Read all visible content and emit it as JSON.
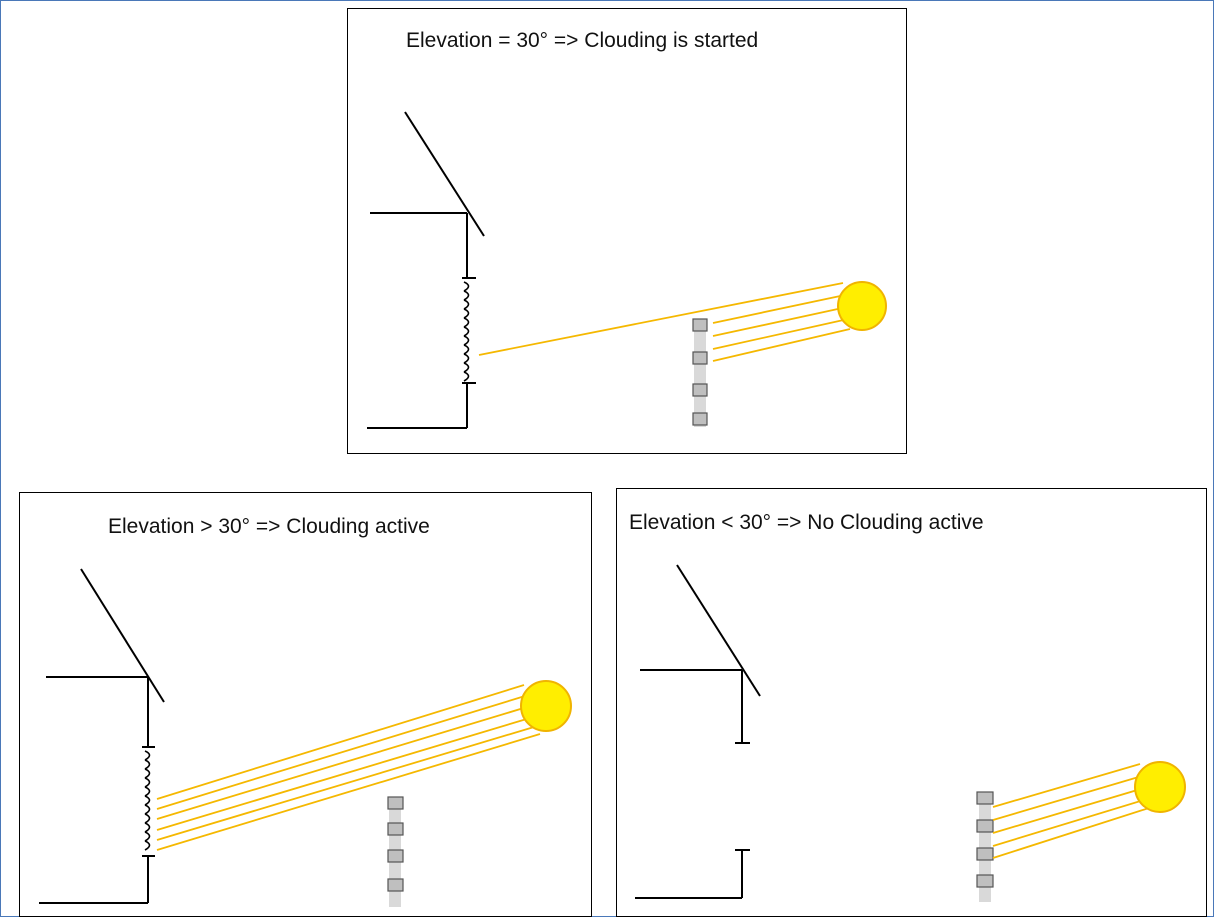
{
  "panels": {
    "top": {
      "title": "Elevation = 30° => Clouding is started"
    },
    "bottom_left": {
      "title": "Elevation > 30° => Clouding active"
    },
    "bottom_right": {
      "title": "Elevation < 30° => No Clouding active"
    }
  },
  "colors": {
    "sun_fill": "#ffee00",
    "sun_stroke": "#f0b400",
    "sun_ray": "#f5b800",
    "line": "#000000",
    "tree_trunk": "#d9d9d9",
    "tree_box": "#bfbfbf",
    "frame": "#4a78b8"
  }
}
